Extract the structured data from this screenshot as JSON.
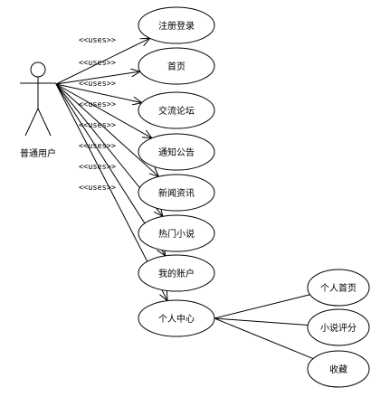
{
  "actor": {
    "label": "普通用户"
  },
  "relation_label": "<<uses>>",
  "use_cases": [
    {
      "id": "register",
      "label": "注册登录"
    },
    {
      "id": "home",
      "label": "首页"
    },
    {
      "id": "forum",
      "label": "交流论坛"
    },
    {
      "id": "notice",
      "label": "通知公告"
    },
    {
      "id": "news",
      "label": "新闻资讯"
    },
    {
      "id": "hot",
      "label": "热门小说"
    },
    {
      "id": "account",
      "label": "我的账户"
    },
    {
      "id": "center",
      "label": "个人中心"
    }
  ],
  "sub_cases": [
    {
      "id": "personal-home",
      "label": "个人首页"
    },
    {
      "id": "rating",
      "label": "小说评分"
    },
    {
      "id": "favorites",
      "label": "收藏"
    }
  ]
}
